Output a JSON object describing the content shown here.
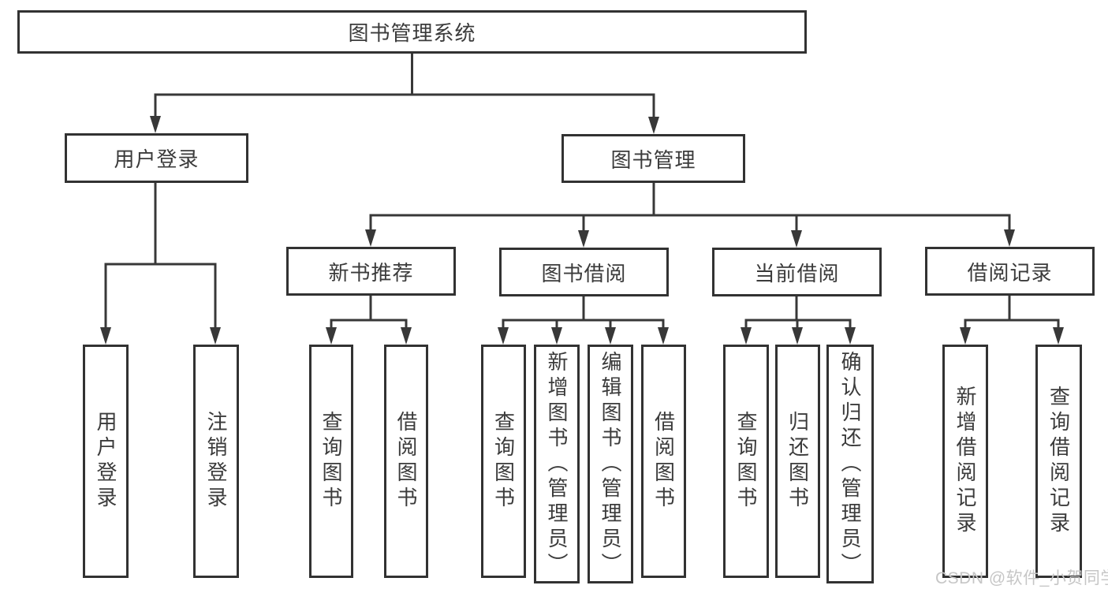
{
  "tree": {
    "label": "图书管理系统",
    "children": [
      {
        "label": "用户登录",
        "children": [
          {
            "label": "用户登录"
          },
          {
            "label": "注销登录"
          }
        ]
      },
      {
        "label": "图书管理",
        "children": [
          {
            "label": "新书推荐",
            "children": [
              {
                "label": "查询图书"
              },
              {
                "label": "借阅图书"
              }
            ]
          },
          {
            "label": "图书借阅",
            "children": [
              {
                "label": "查询图书"
              },
              {
                "label": "新增图书（管理员）"
              },
              {
                "label": "编辑图书（管理员）"
              },
              {
                "label": "借阅图书"
              }
            ]
          },
          {
            "label": "当前借阅",
            "children": [
              {
                "label": "查询图书"
              },
              {
                "label": "归还图书"
              },
              {
                "label": "确认归还（管理员）"
              }
            ]
          },
          {
            "label": "借阅记录",
            "children": [
              {
                "label": "新增借阅记录"
              },
              {
                "label": "查询借阅记录"
              }
            ]
          }
        ]
      }
    ]
  },
  "watermark": {
    "text": "CSDN @软件_小贺同学"
  },
  "colors": {
    "line": "#383838",
    "border": "#323232",
    "text": "#3b3b3b",
    "watermark": "#c6c6c6",
    "background": "#ffffff"
  }
}
